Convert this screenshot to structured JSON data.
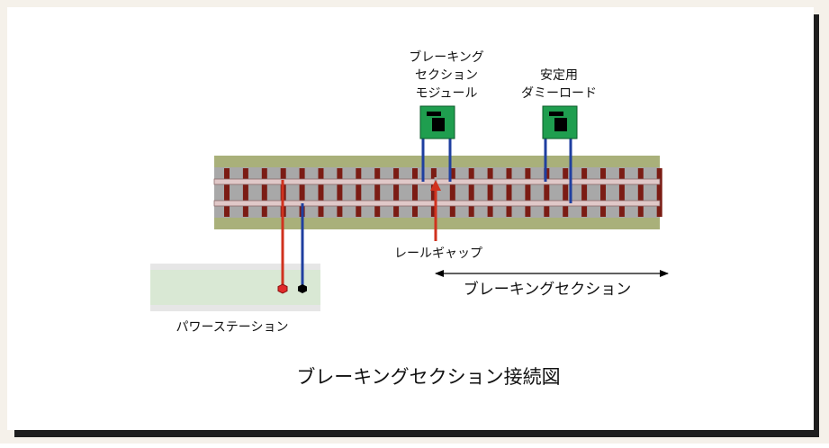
{
  "labels": {
    "braking_module": [
      "ブレーキング",
      "セクション",
      "モジュール"
    ],
    "dummy_load": [
      "安定用",
      "ダミーロード"
    ],
    "rail_gap": "レールギャップ",
    "braking_section": "ブレーキングセクション",
    "power_station": "パワーステーション",
    "title": "ブレーキングセクション接続図"
  },
  "colors": {
    "background": "#ffffff",
    "frame_shadow": "#1e1e1e",
    "outer_mat": "#f5f1ea",
    "ballast": "#a9b07a",
    "track_bed": "#a8a8a8",
    "sleeper": "#7b1c14",
    "rail": "#e0c8c8",
    "module_board": "#1f9e4f",
    "chip": "#000000",
    "wire_blue": "#1f3fa0",
    "wire_red": "#d0321e",
    "power_station_body": "#d9e8d4",
    "power_station_rail": "#e6e6e6",
    "terminal_red": "#e02a2a",
    "terminal_black": "#000000",
    "arrow": "#000000"
  }
}
